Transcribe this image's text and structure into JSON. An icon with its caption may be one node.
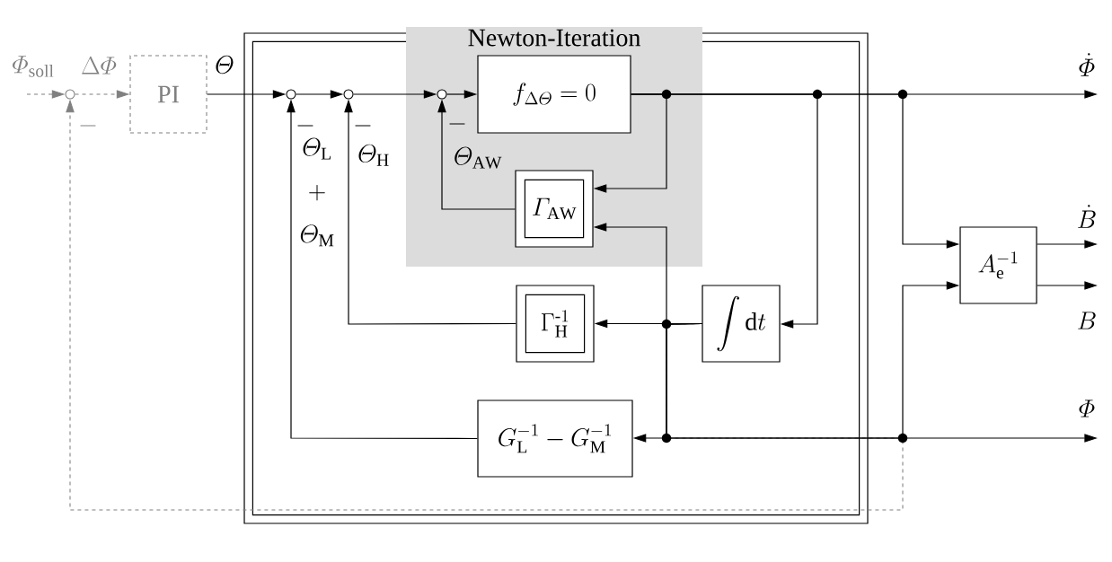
{
  "diagram": {
    "nodes": [
      {
        "text": [],
        "shape": "box"
      },
      {
        "text": [
          "Newton-Iteration"
        ],
        "in": 0
      },
      {
        "text": [],
        "shape": "circle"
      },
      {
        "text": [
          "PI"
        ]
      },
      {
        "text": [],
        "shape": "circle",
        "in": 0
      },
      {
        "text": [],
        "shape": "circle",
        "in": 0
      },
      {
        "text": [],
        "shape": "circle",
        "in": 1
      },
      {
        "text": [
          "f_{\\Delta\\varTheta} = 0"
        ],
        "in": 1
      },
      {
        "text": [
          "\\varGamma_\\mathrm{AW}"
        ],
        "in": 1
      },
      {
        "text": [
          "\\Gamma_\\mathrm{H}^{\\text{-}1}"
        ],
        "in": 0
      },
      {
        "text": [
          "\\int \\mathrm{d}t"
        ],
        "in": 0
      },
      {
        "text": [
          "G_\\mathrm{L}^{-1} - G_\\mathrm{M}^{-1}"
        ],
        "in": 0
      },
      {
        "text": [
          "A_\\mathrm{e}^{-1}"
        ]
      }
    ],
    "edges": [
      {
        "from": null,
        "to": 2,
        "arrow": "to",
        "style": "dashed",
        "color": "#808080",
        "label": "\\varPhi_\\mathrm{soll}"
      },
      {
        "from": 2,
        "to": 3,
        "arrow": "to",
        "style": "dashed",
        "color": "#808080",
        "label": "\\Delta\\varPhi"
      },
      {
        "from": 3,
        "to": 4,
        "arrow": "to",
        "label": "\\varTheta"
      },
      {
        "from": 4,
        "to": 5,
        "arrow": "to"
      },
      {
        "from": 5,
        "to": 6,
        "arrow": "to"
      },
      {
        "from": 6,
        "to": 7,
        "arrow": "to"
      },
      {
        "from": 7,
        "to": 8,
        "arrow": "to"
      },
      {
        "from": 7,
        "to": 10,
        "arrow": "to"
      },
      {
        "from": 7,
        "to": 12,
        "arrow": "to"
      },
      {
        "from": 7,
        "to": null,
        "arrow": "to",
        "label": "\\dot{\\varPhi}"
      },
      {
        "from": 8,
        "to": 6,
        "arrow": "to",
        "label": "\\varTheta_\\mathrm{AW}"
      },
      {
        "from": 10,
        "to": 9,
        "arrow": "to"
      },
      {
        "from": 10,
        "to": 8,
        "arrow": "to"
      },
      {
        "from": 10,
        "to": 11,
        "arrow": "to"
      },
      {
        "from": 10,
        "to": 12,
        "arrow": "to"
      },
      {
        "from": 10,
        "to": null,
        "arrow": "to",
        "label": "\\varPhi"
      },
      {
        "from": 10,
        "to": 2,
        "arrow": "to",
        "style": "dashed",
        "color": "#808080"
      },
      {
        "from": 9,
        "to": 5,
        "arrow": "to",
        "label": "\\varTheta_\\mathrm{H}"
      },
      {
        "from": 11,
        "to": 4,
        "arrow": "to",
        "label": "\\begin{array}{c}\\varTheta_\\mathrm{L}\\\\+\\\\\\varTheta_\\mathrm{M}\\end{array}"
      },
      {
        "from": 12,
        "to": null,
        "arrow": "to",
        "label": "\\dot{B}"
      },
      {
        "from": 12,
        "to": null,
        "arrow": "to",
        "label": "B"
      }
    ],
    "labels": [
      "-",
      "-",
      "-",
      "-"
    ]
  }
}
